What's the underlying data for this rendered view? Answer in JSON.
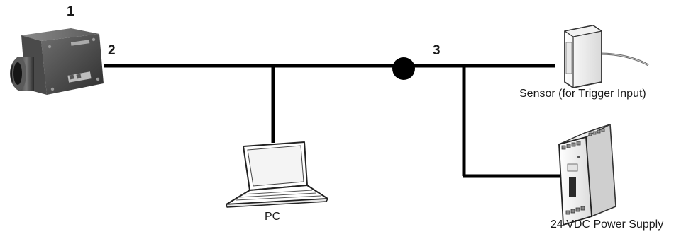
{
  "diagram": {
    "labels": {
      "n1": "1",
      "n2": "2",
      "n3": "3",
      "pc": "PC",
      "sensor": "Sensor (for Trigger Input)",
      "psu": "24 VDC Power Supply"
    },
    "devices": {
      "camera": "camera-icon",
      "pc": "laptop-icon",
      "sensor": "photoelectric-sensor-icon",
      "psu": "din-rail-power-supply-icon",
      "junction": "cable-junction"
    },
    "colors": {
      "cable": "#000000",
      "text": "#1a1a1a"
    }
  }
}
